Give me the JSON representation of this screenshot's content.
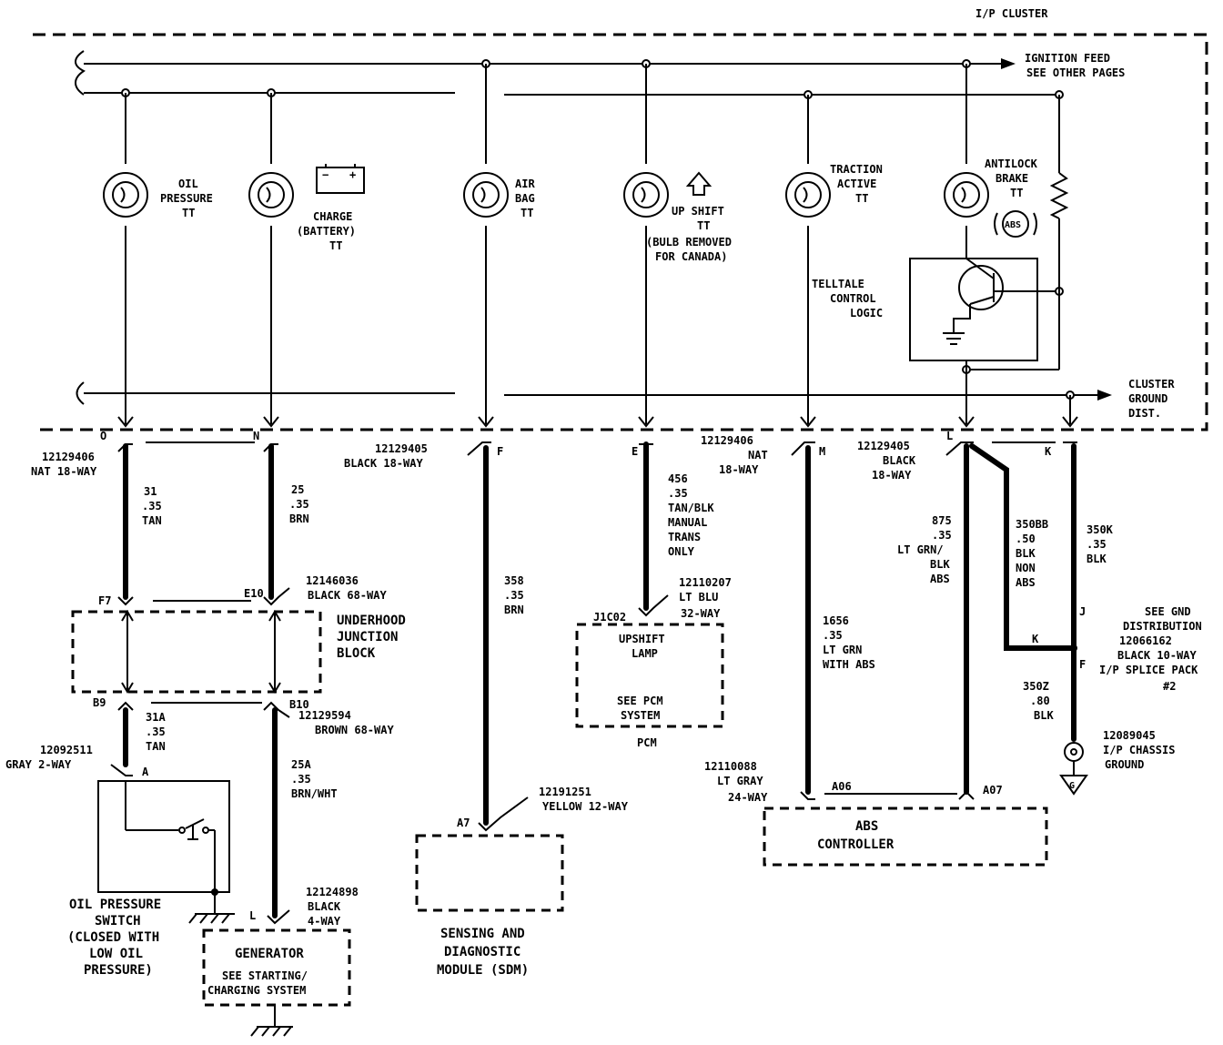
{
  "cluster": {
    "title": "I/P CLUSTER",
    "ignition_feed": [
      "IGNITION FEED",
      "SEE OTHER PAGES"
    ],
    "cluster_ground": [
      "CLUSTER",
      "GROUND",
      "DIST."
    ]
  },
  "bulbs": [
    {
      "lines": [
        "OIL",
        "PRESSURE",
        "TT"
      ]
    },
    {
      "lines": [
        "CHARGE",
        "(BATTERY)",
        "TT"
      ]
    },
    {
      "lines": [
        "AIR",
        "BAG",
        "TT"
      ]
    },
    {
      "lines": [
        "UP SHIFT",
        "TT",
        "(BULB REMOVED",
        "FOR CANADA)"
      ]
    },
    {
      "lines": [
        "TRACTION",
        "ACTIVE",
        "TT"
      ]
    },
    {
      "lines": [
        "ANTILOCK",
        "BRAKE",
        "TT"
      ]
    }
  ],
  "abs_symbol": "ABS",
  "telltale_logic": [
    "TELLTALE",
    "CONTROL",
    "LOGIC"
  ],
  "cluster_pins": {
    "o": "O",
    "n": "N",
    "f": "F",
    "e": "E",
    "m": "M",
    "l": "L",
    "k": "K"
  },
  "connectors": {
    "c1": [
      "12129406",
      "NAT 18-WAY"
    ],
    "c2": [
      "12129405",
      "BLACK 18-WAY"
    ],
    "c3": [
      "12129406",
      "NAT",
      "18-WAY"
    ],
    "c4": [
      "12129405",
      "BLACK",
      "18-WAY"
    ],
    "c5": [
      "12146036",
      "BLACK 68-WAY"
    ],
    "c6": [
      "12110207",
      "LT BLU",
      "32-WAY"
    ],
    "c7": [
      "12129594",
      "BROWN 68-WAY"
    ],
    "c8": [
      "12092511",
      "GRAY 2-WAY"
    ],
    "c9": [
      "12191251",
      "YELLOW 12-WAY"
    ],
    "c10": [
      "12110088",
      "LT GRAY",
      "24-WAY"
    ],
    "c11": [
      "12124898",
      "BLACK",
      "4-WAY"
    ],
    "c12": [
      "12089045",
      "I/P CHASSIS",
      "GROUND"
    ]
  },
  "wires": {
    "w31": [
      "31",
      ".35",
      "TAN"
    ],
    "w25": [
      "25",
      ".35",
      "BRN"
    ],
    "w358": [
      "358",
      ".35",
      "BRN"
    ],
    "w456": [
      "456",
      ".35",
      "TAN/BLK",
      "MANUAL",
      "TRANS",
      "ONLY"
    ],
    "w1656": [
      "1656",
      ".35",
      "LT GRN",
      "WITH ABS"
    ],
    "w875": [
      "875",
      ".35",
      "LT GRN/",
      "BLK",
      "ABS"
    ],
    "w350b": [
      "350BB",
      ".50",
      "BLK",
      "NON",
      "ABS"
    ],
    "w350k": [
      "350K",
      ".35",
      "BLK"
    ],
    "w31a": [
      "31A",
      ".35",
      "TAN"
    ],
    "w25a": [
      "25A",
      ".35",
      "BRN/WHT"
    ],
    "w350z": [
      "350Z",
      ".80",
      "BLK"
    ]
  },
  "pins": {
    "f7": "F7",
    "e10": "E10",
    "b9": "B9",
    "b10": "B10",
    "j1c02": "J1C02",
    "a": "A",
    "a7": "A7",
    "a06": "A06",
    "a07": "A07",
    "l": "L",
    "j": "J",
    "k": "K",
    "f": "F"
  },
  "underhood": [
    "UNDERHOOD",
    "JUNCTION",
    "BLOCK"
  ],
  "upshift_box": [
    "UPSHIFT",
    "LAMP",
    "SEE PCM",
    "SYSTEM"
  ],
  "pcm": "PCM",
  "splice_note": [
    "SEE GND",
    "DISTRIBUTION",
    "12066162",
    "BLACK 10-WAY",
    "I/P SPLICE PACK",
    "#2"
  ],
  "abs_box": [
    "ABS",
    "CONTROLLER"
  ],
  "sdm": [
    "SENSING AND",
    "DIAGNOSTIC",
    "MODULE (SDM)"
  ],
  "oil_switch": [
    "OIL PRESSURE",
    "SWITCH",
    "(CLOSED WITH",
    "LOW OIL",
    "PRESSURE)"
  ],
  "generator": [
    "GENERATOR",
    "SEE STARTING/",
    "CHARGING SYSTEM"
  ]
}
